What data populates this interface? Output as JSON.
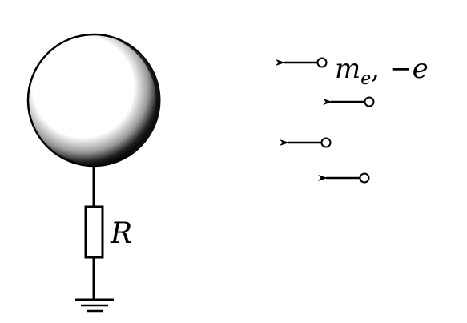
{
  "figure": {
    "resistor_label": "R",
    "electron_label": {
      "mass": "m",
      "mass_subscript": "e",
      "separator": ",",
      "charge": "−e"
    },
    "electron_count": 4,
    "colors": {
      "ink": "#000000",
      "background": "#ffffff"
    }
  }
}
